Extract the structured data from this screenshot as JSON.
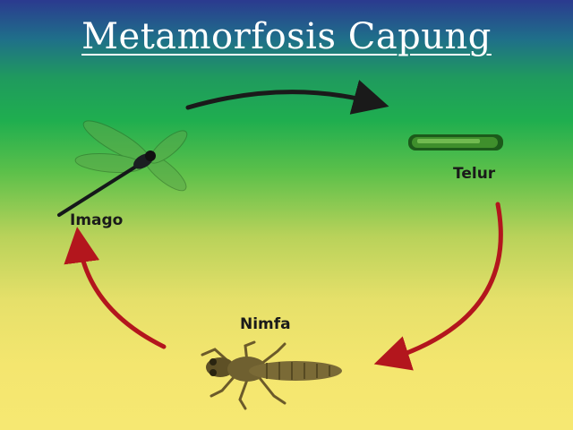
{
  "title": "Metamorfosis Capung",
  "stages": {
    "egg": "Telur",
    "nymph": "Nimfa",
    "adult": "Imago"
  },
  "colors": {
    "arrow_top": "#1a1a1a",
    "arrow_cycle": "#b3161d"
  },
  "icons": {
    "egg": "egg-image",
    "nymph": "nymph-image",
    "adult": "dragonfly-image"
  }
}
